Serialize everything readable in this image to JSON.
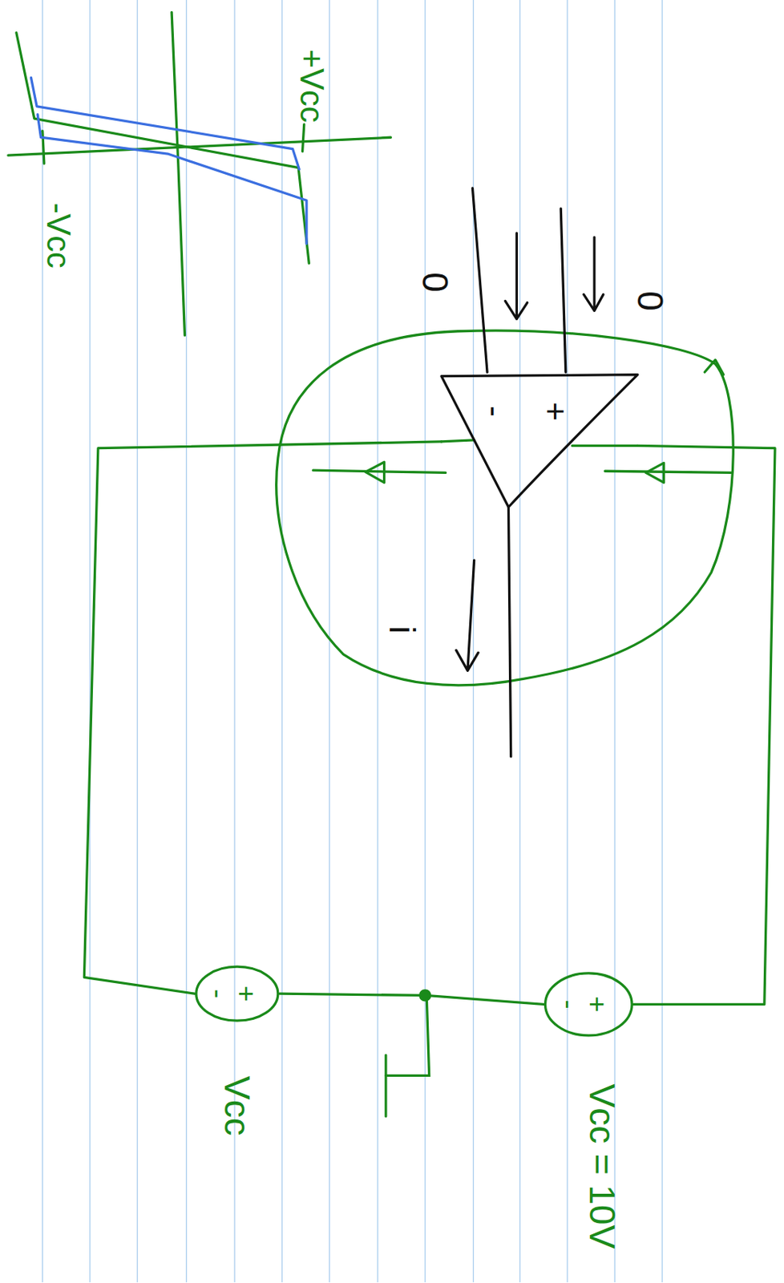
{
  "diagram": {
    "nodes": [
      {
        "text": [
          "-",
          "+"
        ]
      },
      {
        "text": [
          "-",
          "+",
          "Vcc"
        ]
      },
      {
        "text": [
          "-",
          "+",
          "Vcc = 10V"
        ]
      }
    ],
    "edges": [
      {
        "from": 1,
        "to": 0,
        "arrow": "none"
      },
      {
        "from": 2,
        "to": 0,
        "arrow": "none"
      },
      {
        "from": 1,
        "to": 2,
        "arrow": "none"
      }
    ],
    "labels": [
      "0",
      "0",
      "i",
      "-Vcc",
      "+Vcc"
    ]
  }
}
